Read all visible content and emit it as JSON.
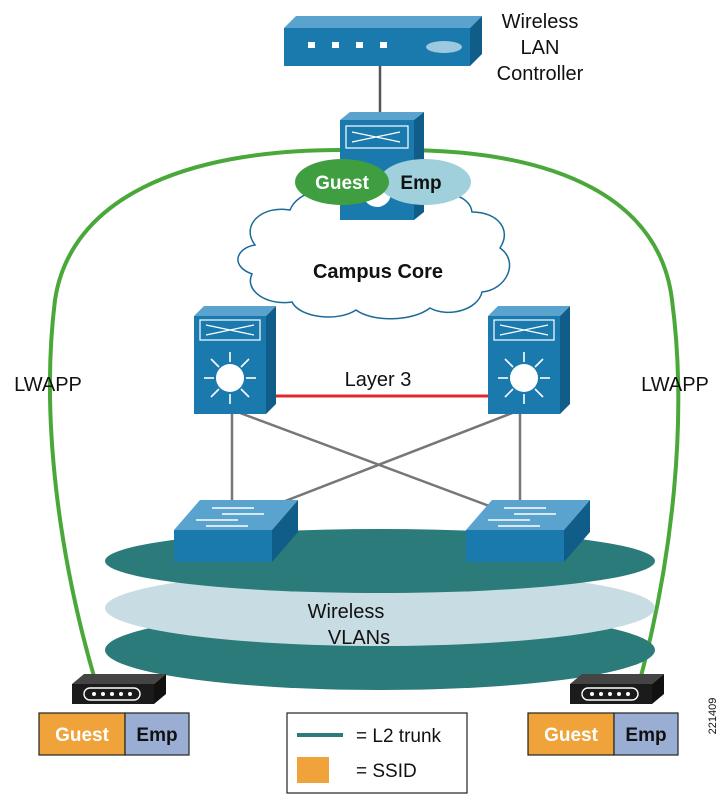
{
  "labels": {
    "wlc_line1": "Wireless",
    "wlc_line2": "LAN",
    "wlc_line3": "Controller",
    "core": "Campus Core",
    "layer3": "Layer 3",
    "lwapp_left": "LWAPP",
    "lwapp_right": "LWAPP",
    "vlans_line1": "Wireless",
    "vlans_line2": "VLANs",
    "guest": "Guest",
    "emp": "Emp",
    "legend_trunk": "= L2 trunk",
    "legend_ssid": "= SSID",
    "figure_id": "221409"
  },
  "colors": {
    "device_blue": "#1a7aae",
    "cloud_stroke": "#1a6a9a",
    "lwapp_green": "#4aa83a",
    "layer3_red": "#e0282e",
    "vlan_teal": "#2b7b7a",
    "vlan_light": "#c8dde3",
    "guest_orange": "#f0a33a",
    "emp_blue": "#9aaed3",
    "guest_green": "#3f9e3f",
    "emp_lightblue": "#9fd0dc",
    "ap_black": "#1b1b1b"
  }
}
